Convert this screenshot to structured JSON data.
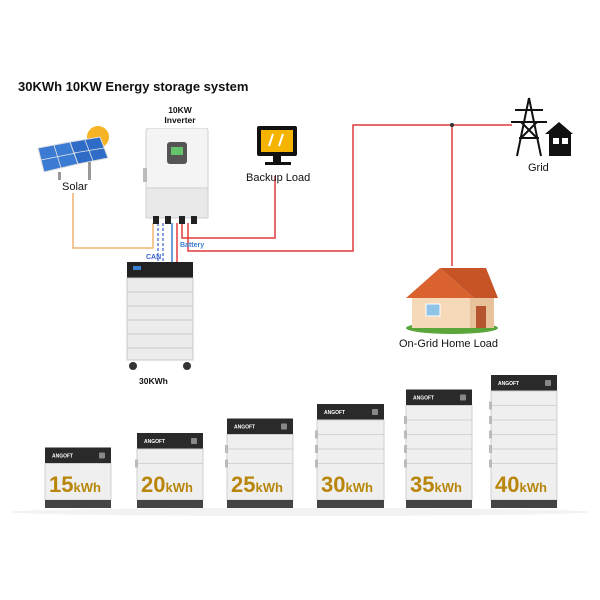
{
  "title": "30KWh 10KW Energy storage system",
  "diagram": {
    "inverter_label": "10KW\nInverter",
    "solar_label": "Solar",
    "backup_label": "Backup Load",
    "grid_label": "Grid",
    "home_label": "On-Grid Home Load",
    "battery_label": "30KWh",
    "can_label": "CAN",
    "battery_wire_label": "Battery"
  },
  "brand": "ANGOFT",
  "battery_options": [
    {
      "number": "15",
      "unit": "kWh",
      "modules": 1
    },
    {
      "number": "20",
      "unit": "kWh",
      "modules": 2
    },
    {
      "number": "25",
      "unit": "kWh",
      "modules": 3
    },
    {
      "number": "30",
      "unit": "kWh",
      "modules": 4
    },
    {
      "number": "35",
      "unit": "kWh",
      "modules": 5
    },
    {
      "number": "40",
      "unit": "kWh",
      "modules": 6
    }
  ],
  "colors": {
    "ac_wire": "#e23a3a",
    "solar_wire": "#f0b470",
    "can_wire": "#3a5fcf",
    "battery_wire": "#3a7fd0",
    "capacity_text": "#b8860b"
  }
}
